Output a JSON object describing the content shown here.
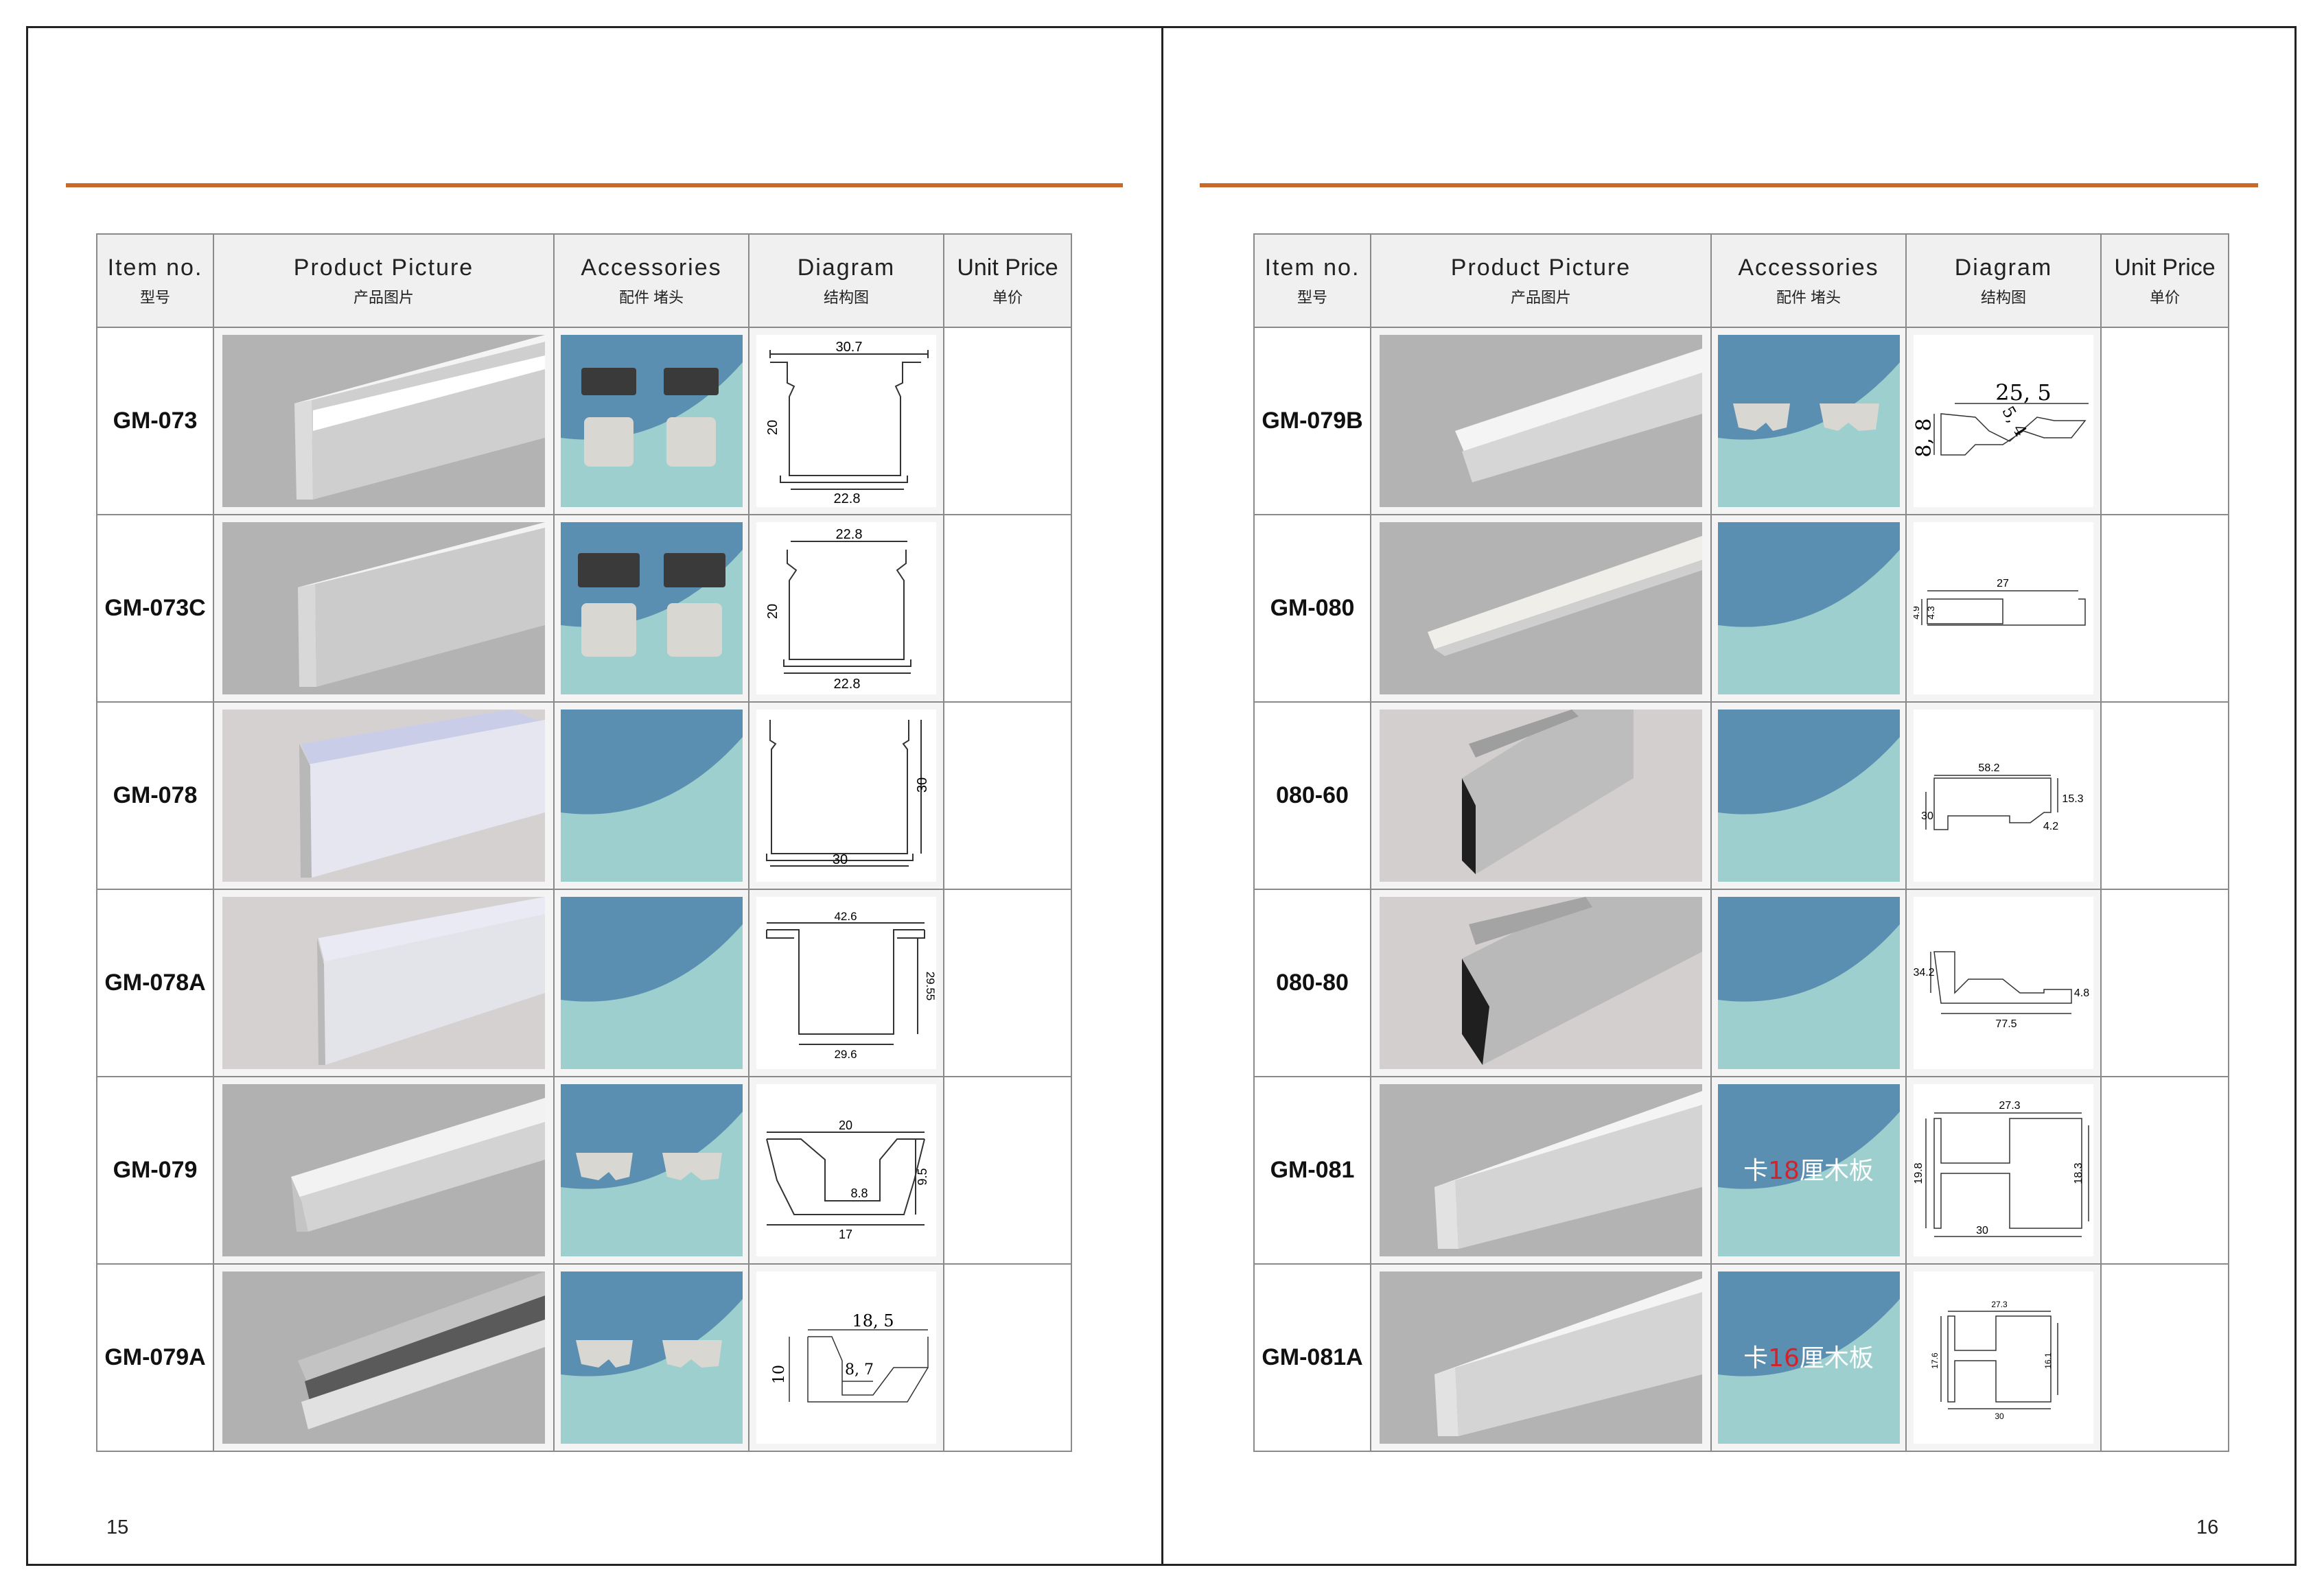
{
  "header": {
    "item": {
      "en": "Item no.",
      "zh": "型号"
    },
    "picture": {
      "en": "Product Picture",
      "zh": "产品图片"
    },
    "accessories": {
      "en": "Accessories",
      "zh": "配件 堵头"
    },
    "diagram": {
      "en": "Diagram",
      "zh": "结构图"
    },
    "price": {
      "en": "Unit Price",
      "zh": "单价"
    }
  },
  "left": {
    "page_number": "15",
    "rows": [
      {
        "item": "GM-073",
        "dims": {
          "top": "30.7",
          "side": "20",
          "bottom": "22.8"
        },
        "price": ""
      },
      {
        "item": "GM-073C",
        "dims": {
          "top": "22.8",
          "side": "20",
          "bottom": "22.8"
        },
        "price": ""
      },
      {
        "item": "GM-078",
        "dims": {
          "side": "30",
          "bottom": "30"
        },
        "price": ""
      },
      {
        "item": "GM-078A",
        "dims": {
          "top": "42.6",
          "side": "29.55",
          "bottom": "29.6"
        },
        "price": ""
      },
      {
        "item": "GM-079",
        "dims": {
          "top": "20",
          "side": "9.5",
          "inner": "8.8",
          "bottom": "17"
        },
        "price": ""
      },
      {
        "item": "GM-079A",
        "dims": {
          "top": "18, 5",
          "side": "10",
          "inner": "8, 7"
        },
        "price": ""
      }
    ]
  },
  "right": {
    "page_number": "16",
    "rows": [
      {
        "item": "GM-079B",
        "dims": {
          "top": "25, 5",
          "side": "8, 8",
          "diag": "5, 4"
        },
        "price": ""
      },
      {
        "item": "GM-080",
        "dims": {
          "top": "27",
          "side": "4.3",
          "side2": "4.9"
        },
        "price": ""
      },
      {
        "item": "080-60",
        "dims": {
          "top": "58.2",
          "side": "30",
          "right": "15.3",
          "small": "4.2"
        },
        "price": ""
      },
      {
        "item": "080-80",
        "dims": {
          "side": "34.2",
          "bottom": "77.5",
          "small": "4.8"
        },
        "price": ""
      },
      {
        "item": "GM-081",
        "dims": {
          "top": "27.3",
          "side": "19.8",
          "right": "18.3",
          "bottom": "30"
        },
        "acc_text": {
          "pre": "卡",
          "num": "18",
          "post": "厘木板"
        },
        "price": ""
      },
      {
        "item": "GM-081A",
        "dims": {
          "top": "27.3",
          "side": "17.6",
          "right": "16.1",
          "bottom": "30"
        },
        "acc_text": {
          "pre": "卡",
          "num": "16",
          "post": "厘木板"
        },
        "price": ""
      }
    ]
  },
  "colors": {
    "rule": "#c8692a",
    "acc_blue": "#5b8fb1",
    "acc_teal": "#9ccfce",
    "number_red": "#d2232a"
  }
}
